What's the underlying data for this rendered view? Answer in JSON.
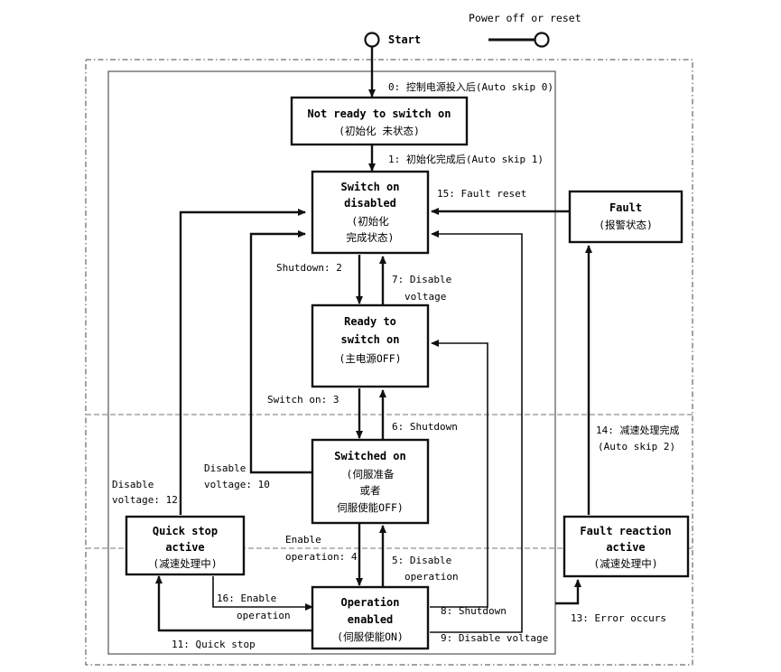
{
  "legend": {
    "text": "Power off or reset"
  },
  "start": {
    "label": "Start"
  },
  "states": {
    "not_ready": {
      "title": "Not ready to switch on",
      "sub": "(初始化 未状态)"
    },
    "switch_on_disabled": {
      "line1": "Switch on",
      "line2": "disabled",
      "sub1": "(初始化",
      "sub2": "完成状态)"
    },
    "ready": {
      "line1": "Ready to",
      "line2": "switch on",
      "sub": "(主电源OFF)"
    },
    "switched_on": {
      "title": "Switched on",
      "sub1": "(伺服准备",
      "sub2": "或者",
      "sub3": "伺服使能OFF)"
    },
    "operation_enabled": {
      "line1": "Operation",
      "line2": "enabled",
      "sub": "(伺服使能ON)"
    },
    "quick_stop": {
      "line1": "Quick stop",
      "line2": "active",
      "sub": "(减速处理中)"
    },
    "fault": {
      "title": "Fault",
      "sub": "(报警状态)"
    },
    "fault_reaction": {
      "line1": "Fault reaction",
      "line2": "active",
      "sub": "(减速处理中)"
    }
  },
  "transitions": {
    "t0": "0: 控制电源投入后(Auto skip 0)",
    "t1": "1: 初始化完成后(Auto skip 1)",
    "t2": "Shutdown: 2",
    "t3": "Switch on: 3",
    "t4_a": "Enable",
    "t4_b": "operation: 4",
    "t5_a": "5: Disable",
    "t5_b": "operation",
    "t6": "6: Shutdown",
    "t7_a": "7: Disable",
    "t7_b": "voltage",
    "t8": "8: Shutdown",
    "t9": "9: Disable voltage",
    "t10_a": "Disable",
    "t10_b": "voltage: 10",
    "t11": "11: Quick stop",
    "t12_a": "Disable",
    "t12_b": "voltage: 12",
    "t13": "13: Error occurs",
    "t14_a": "14: 减速处理完成",
    "t14_b": "(Auto skip 2)",
    "t15": "15: Fault reset",
    "t16_a": "16: Enable",
    "t16_b": "operation"
  }
}
